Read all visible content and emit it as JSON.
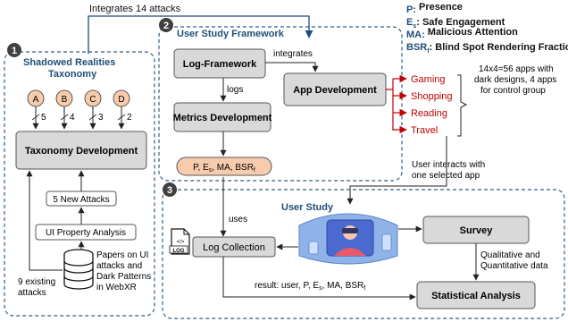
{
  "top_arrow_label": "Integrates 14 attacks",
  "legend": [
    {
      "key": "P:",
      "sub": "",
      "text": "Presence"
    },
    {
      "key": "E",
      "sub": "s",
      "text": ": Safe Engagement"
    },
    {
      "key": "MA:",
      "sub": "",
      "text": "Malicious Attention"
    },
    {
      "key": "BSR",
      "sub": "f",
      "text": ": Blind Spot Rendering Fraction"
    }
  ],
  "taxonomy": {
    "number": "1",
    "title_line1": "Shadowed Realities",
    "title_line2": "Taxonomy",
    "circles": [
      {
        "letter": "A",
        "count": "5"
      },
      {
        "letter": "B",
        "count": "4"
      },
      {
        "letter": "C",
        "count": "3"
      },
      {
        "letter": "D",
        "count": "2"
      }
    ],
    "development": "Taxonomy Development",
    "new_attacks": "5 New Attacks",
    "ui_analysis": "UI Property Analysis",
    "papers_lines": [
      "Papers on UI",
      "attacks and",
      "Dark Patterns",
      "in WebXR"
    ],
    "existing_lines": [
      "9 existing",
      "attacks"
    ]
  },
  "framework": {
    "number": "2",
    "title": "User Study Framework",
    "log_framework": "Log-Framework",
    "integrates_label": "integrates",
    "logs_label": "logs",
    "metrics_dev": "Metrics Development",
    "app_dev": "App Development",
    "metrics_parts": [
      {
        "text": "P, E",
        "sub": ""
      },
      {
        "text": "",
        "sub": "s"
      },
      {
        "text": ", MA, BSR",
        "sub": ""
      },
      {
        "text": "",
        "sub": "f"
      }
    ],
    "categories": [
      "Gaming",
      "Shopping",
      "Reading",
      "Travel"
    ],
    "apps_note_lines": [
      "14x4=56 apps with",
      "dark designs, 4 apps",
      "for control group"
    ],
    "interaction_lines": [
      "User interacts with",
      "one selected app"
    ]
  },
  "study": {
    "number": "3",
    "title": "User Study",
    "uses_label": "uses",
    "log_icon_label": "LOG",
    "log_collection": "Log Collection",
    "survey": "Survey",
    "qual_lines": [
      "Qualitative and",
      "Quantitative data"
    ],
    "result_parts": [
      {
        "text": "result: user, P, E",
        "sub": ""
      },
      {
        "text": "",
        "sub": "s"
      },
      {
        "text": ", MA, BSR",
        "sub": ""
      },
      {
        "text": "",
        "sub": "f"
      }
    ],
    "statistical": "Statistical Analysis"
  },
  "colors": {
    "box_fill": "#d9d9d9",
    "circle_fill": "#f8cbad",
    "category_red": "#c00000",
    "accent_blue": "#1f4e79",
    "section_border": "#2e5d8a"
  }
}
